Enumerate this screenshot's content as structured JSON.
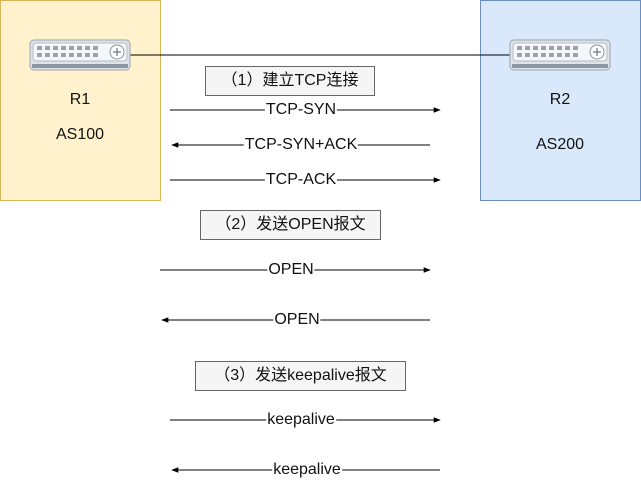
{
  "routers": [
    {
      "name": "R1",
      "as": "AS100",
      "color": "#fff2cc",
      "border": "#d6b656"
    },
    {
      "name": "R2",
      "as": "AS200",
      "color": "#dae8fc",
      "border": "#6c8ebf"
    }
  ],
  "steps": [
    {
      "label": "（1）建立TCP连接"
    },
    {
      "label": "（2）发送OPEN报文"
    },
    {
      "label": "（3）发送keepalive报文"
    }
  ],
  "messages": [
    {
      "label": "TCP-SYN",
      "direction": "right"
    },
    {
      "label": "TCP-SYN+ACK",
      "direction": "left"
    },
    {
      "label": "TCP-ACK",
      "direction": "right"
    },
    {
      "label": "OPEN",
      "direction": "right"
    },
    {
      "label": "OPEN",
      "direction": "left"
    },
    {
      "label": "keepalive",
      "direction": "right"
    },
    {
      "label": "keepalive",
      "direction": "left"
    }
  ],
  "icons": {
    "router": "router-icon"
  }
}
